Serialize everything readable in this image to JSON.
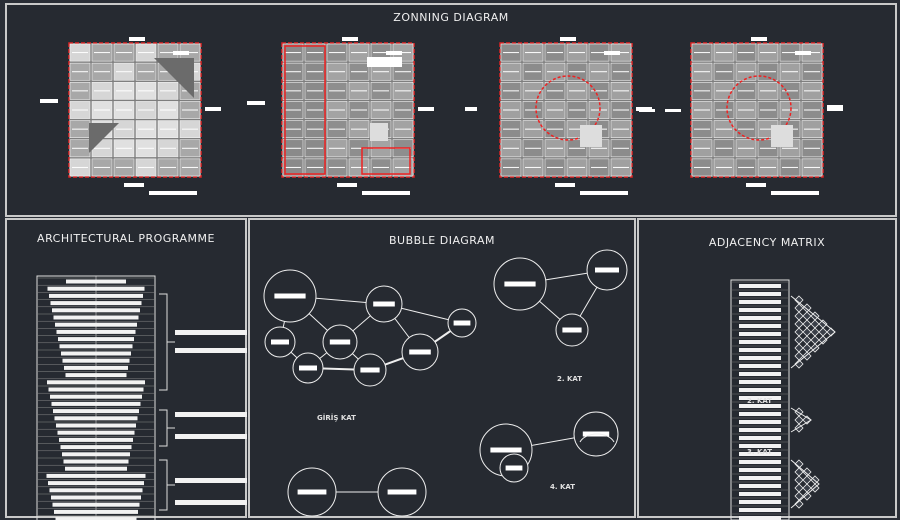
{
  "zoning": {
    "title": "ZONNING DIAGRAM"
  },
  "programme": {
    "title": "ARCHITECTURAL PROGRAMME"
  },
  "bubble": {
    "title": "BUBBLE DIAGRAM",
    "floors": [
      "GİRİŞ KAT",
      "2. KAT",
      "4. KAT"
    ]
  },
  "adjacency": {
    "title": "ADJACENCY MATRIX",
    "floors": [
      "2. KAT",
      "3. KAT"
    ]
  }
}
